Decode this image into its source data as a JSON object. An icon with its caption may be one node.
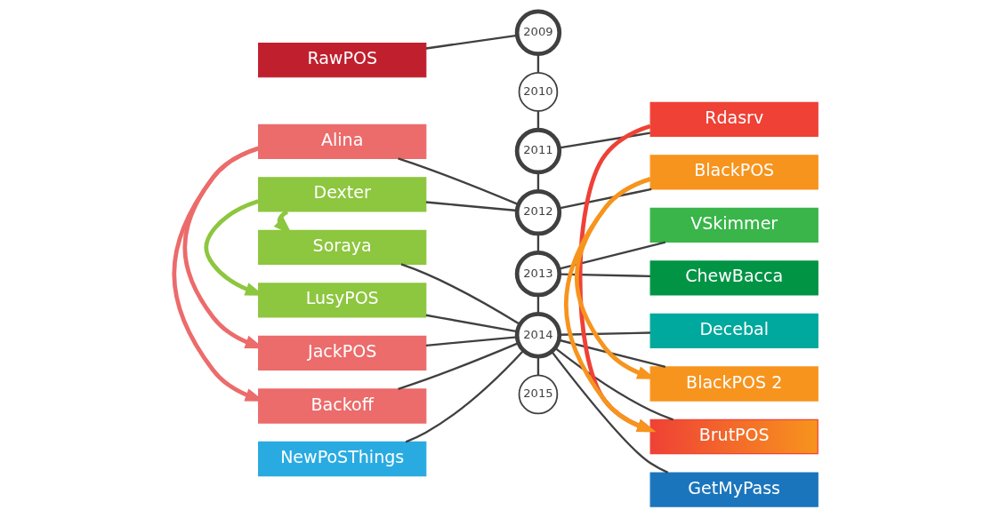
{
  "diagram": {
    "nodes": [
      {
        "text": [
          "RawPOS"
        ]
      },
      {
        "text": [
          "Alina"
        ]
      },
      {
        "text": [
          "Dexter"
        ]
      },
      {
        "text": [
          "Soraya"
        ]
      },
      {
        "text": [
          "LusyPOS"
        ]
      },
      {
        "text": [
          "JackPOS"
        ]
      },
      {
        "text": [
          "Backoff"
        ]
      },
      {
        "text": [
          "NewPoSThings"
        ]
      },
      {
        "text": [
          "2009"
        ]
      },
      {
        "text": [
          "2010"
        ]
      },
      {
        "text": [
          "2011"
        ]
      },
      {
        "text": [
          "2012"
        ]
      },
      {
        "text": [
          "2013"
        ]
      },
      {
        "text": [
          "2014"
        ]
      },
      {
        "text": [
          "2015"
        ]
      },
      {
        "text": [
          "Rdasrv"
        ]
      },
      {
        "text": [
          "BlackPOS"
        ]
      },
      {
        "text": [
          "VSkimmer"
        ]
      },
      {
        "text": [
          "ChewBacca"
        ]
      },
      {
        "text": [
          "Decebal"
        ]
      },
      {
        "text": [
          "BlackPOS 2"
        ]
      },
      {
        "text": [
          "BrutPOS"
        ]
      },
      {
        "text": [
          "GetMyPass"
        ]
      }
    ],
    "edges": [
      {
        "from": 8,
        "to": 9,
        "arrow": "none"
      },
      {
        "from": 9,
        "to": 10,
        "arrow": "none"
      },
      {
        "from": 10,
        "to": 11,
        "arrow": "none"
      },
      {
        "from": 11,
        "to": 12,
        "arrow": "none"
      },
      {
        "from": 12,
        "to": 13,
        "arrow": "none"
      },
      {
        "from": 13,
        "to": 14,
        "arrow": "none"
      },
      {
        "from": 0,
        "to": 8,
        "arrow": "none"
      },
      {
        "from": 1,
        "to": 11,
        "arrow": "none"
      },
      {
        "from": 2,
        "to": 11,
        "arrow": "none"
      },
      {
        "from": 3,
        "to": 13,
        "arrow": "none"
      },
      {
        "from": 4,
        "to": 13,
        "arrow": "none"
      },
      {
        "from": 5,
        "to": 13,
        "arrow": "none"
      },
      {
        "from": 6,
        "to": 13,
        "arrow": "none"
      },
      {
        "from": 7,
        "to": 13,
        "arrow": "none"
      },
      {
        "from": 10,
        "to": 15,
        "arrow": "none"
      },
      {
        "from": 11,
        "to": 16,
        "arrow": "none"
      },
      {
        "from": 12,
        "to": 17,
        "arrow": "none"
      },
      {
        "from": 12,
        "to": 18,
        "arrow": "none"
      },
      {
        "from": 13,
        "to": 19,
        "arrow": "none"
      },
      {
        "from": 13,
        "to": 20,
        "arrow": "none"
      },
      {
        "from": 13,
        "to": 21,
        "arrow": "none"
      },
      {
        "from": 13,
        "to": 22,
        "arrow": "none"
      },
      {
        "from": 1,
        "to": 5,
        "arrow": "to",
        "style": "thick",
        "color": "#ec6b6b"
      },
      {
        "from": 1,
        "to": 6,
        "arrow": "to",
        "style": "thick",
        "color": "#ec6b6b"
      },
      {
        "from": 2,
        "to": 3,
        "arrow": "to",
        "style": "thick",
        "color": "#8dc63f"
      },
      {
        "from": 2,
        "to": 4,
        "arrow": "to",
        "style": "thick",
        "color": "#8dc63f"
      },
      {
        "from": 16,
        "to": 20,
        "arrow": "to",
        "style": "thick",
        "color": "#f7941d"
      },
      {
        "from": 16,
        "to": 21,
        "arrow": "to",
        "style": "thick",
        "color": "#f7941d"
      },
      {
        "from": 15,
        "to": 21,
        "arrow": "to",
        "style": "thick",
        "color": "#ef4136"
      }
    ]
  }
}
